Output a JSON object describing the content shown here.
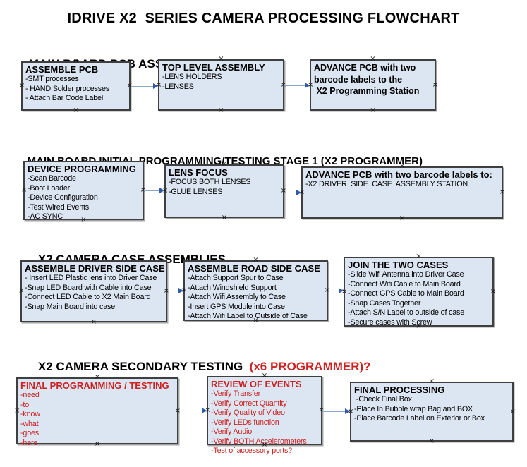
{
  "title": "IDRIVE X2  SERIES CAMERA PROCESSING FLOWCHART",
  "colors": {
    "box_fill": "#dce6f2",
    "box_border": "#3f3f3f",
    "red_text": "#cc2222",
    "arrow_line": "#8ca6c6",
    "arrow_head": "#2f5ba8",
    "background": "#ffffff"
  },
  "sections": [
    {
      "header": {
        "text": "MAIN BOARD PCB ASSEMBLY PROCESS",
        "red_text": ""
      },
      "boxes": [
        {
          "title": "ASSEMBLE PCB",
          "items": [
            "-SMT processes",
            "- HAND Solder processes",
            "- Attach Bar Code Label"
          ]
        },
        {
          "title": "TOP LEVEL ASSEMBLY",
          "items": [
            "-LENS HOLDERS",
            "-LENSES"
          ]
        },
        {
          "lines": [
            "ADVANCE PCB with two",
            "barcode labels to the",
            " X2 Programming Station"
          ]
        }
      ]
    },
    {
      "header": {
        "text": "MAIN BOARD INITIAL PROGRAMMING/TESTING STAGE 1 (X2 PROGRAMMER)",
        "red_text": ""
      },
      "boxes": [
        {
          "title": "DEVICE PROGRAMMING",
          "items": [
            "-Scan Barcode",
            "-Boot Loader",
            "-Device Configuration",
            "-Test Wired Events",
            "-AC SYNC"
          ]
        },
        {
          "title": "LENS FOCUS",
          "items": [
            "-FOCUS BOTH LENSES",
            "-GLUE LENSES"
          ]
        },
        {
          "title": "ADVANCE PCB with two barcode labels to:",
          "items": [
            "-X2 DRIVER  SIDE  CASE  ASSEMBLY STATION"
          ]
        }
      ]
    },
    {
      "header": {
        "text": "X2 CAMERA CASE ASSEMBLIES",
        "red_text": ""
      },
      "boxes": [
        {
          "title": "ASSEMBLE DRIVER SIDE CASE",
          "items": [
            "- Insert LED Plastic lens into Driver Case",
            "-Snap LED Board with Cable into Case",
            "-Connect LED Cable to X2 Main Board",
            "-Snap Main Board into case"
          ]
        },
        {
          "title": "ASSEMBLE ROAD SIDE CASE",
          "items": [
            "-Attach Support Spur to Case",
            "-Attach Windshield Support",
            "-Attach Wifi Assembly to Case",
            "-Insert GPS Module into Case",
            "-Attach Wifi Label to Outside of Case"
          ]
        },
        {
          "title": "JOIN THE TWO CASES",
          "items": [
            "-Slide Wifi Antenna into Driver Case",
            "-Connect Wifi Cable to Main Board",
            "-Connect GPS Cable to Main Board",
            "-Snap Cases Together",
            "-Attach S/N Label to outside of case",
            "-Secure cases with Screw"
          ]
        }
      ]
    },
    {
      "header": {
        "text": "X2 CAMERA SECONDARY TESTING ",
        "red_text": " (x6 PROGRAMMER)?"
      },
      "boxes": [
        {
          "title": "FINAL PROGRAMMING / TESTING",
          "items": [
            "-need",
            "-to",
            "-know",
            "-what",
            "-goes",
            "-here"
          ]
        },
        {
          "title": "REVIEW OF EVENTS",
          "items": [
            "-Verify Transfer",
            "-Verify Correct Quantity",
            "-Verify Quality of Video",
            "-Verify LEDs function",
            "-Verify Audio",
            "-Verify BOTH Accelerometers",
            "-Test of accessory ports?"
          ]
        },
        {
          "title": "FINAL PROCESSING",
          "items": [
            " -Check Final Box",
            "-Place In Bubble wrap Bag and BOX",
            "-Place Barcode Label on Exterior or Box"
          ]
        }
      ]
    }
  ]
}
